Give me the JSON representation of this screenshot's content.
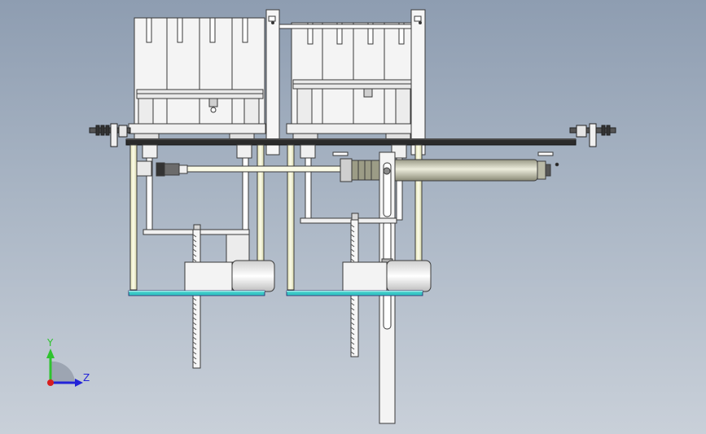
{
  "view": {
    "type": "cad-assembly-front-view",
    "background_top": "#8e9db1",
    "background_bottom": "#c9d0d9"
  },
  "triad": {
    "y_label": "Y",
    "z_label": "Z",
    "y_color": "#2fc32f",
    "z_color": "#2323d8",
    "x_color": "#d81e1e"
  },
  "colors": {
    "part_fill": "#f2f2f2",
    "part_stroke": "#3a3a3a",
    "rail": "#2b2b2b",
    "base_plate": "#38c8c6",
    "column_fill": "#f3f3c8",
    "cylinder_dark": "#8a8a78",
    "cylinder_light": "#e6e6d6"
  }
}
